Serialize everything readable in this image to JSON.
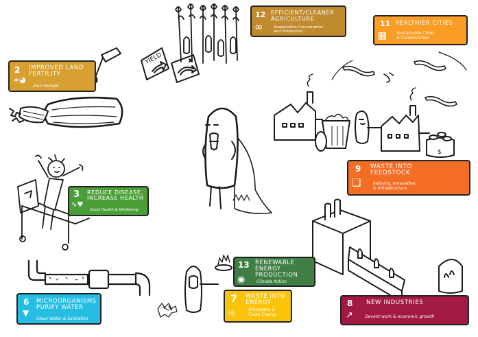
{
  "labels": {
    "sdg2": {
      "number": "2",
      "title": "IMPROVED LAND\nFERTILITY",
      "subtitle": "Zero Hunger",
      "icon": "bowl-icon",
      "color": "#D7A030"
    },
    "sdg12": {
      "number": "12",
      "title": "EFFICIENT/CLEANER\nAGRICULTURE",
      "subtitle": "Responsible Consumption\nand Production",
      "icon": "infinity-icon",
      "color": "#BF8B2E"
    },
    "sdg11": {
      "number": "11",
      "title": "HEALTHIER CITIES",
      "subtitle": "Sustainable Cities\n& Communities",
      "icon": "buildings-icon",
      "color": "#F99D26"
    },
    "sdg3": {
      "number": "3",
      "title": "REDUCE DISEASE,\nINCREASE HEALTH",
      "subtitle": "Good Health & Wellbeing",
      "icon": "heartbeat-icon",
      "color": "#4C9F38"
    },
    "sdg9": {
      "number": "9",
      "title": "WASTE INTO\nFEEDSTOCK",
      "subtitle": "Industry, Innovation\n& Infrastructure",
      "icon": "cubes-icon",
      "color": "#F36D25"
    },
    "sdg6": {
      "number": "6",
      "title": "MICROORGANISMS\nPURIFY WATER",
      "subtitle": "Clean Water & Sanitation",
      "icon": "water-glass-icon",
      "color": "#26BDE2"
    },
    "sdg13": {
      "number": "13",
      "title": "RENEWABLE\nENERGY\nPRODUCTION",
      "subtitle": "Climate Action",
      "icon": "eye-globe-icon",
      "color": "#3F7E44"
    },
    "sdg7": {
      "number": "7",
      "title": "WASTE INTO\nENERGY",
      "subtitle": "Affordable &\nClean Energy",
      "icon": "sun-power-icon",
      "color": "#FCC30B"
    },
    "sdg8": {
      "number": "8",
      "title": "NEW INDUSTRIES",
      "subtitle": "Decent work & economic growth",
      "icon": "growth-chart-icon",
      "color": "#A21942"
    }
  },
  "sketch": {
    "yield_sign": "YIELD",
    "money_sign": "$"
  }
}
